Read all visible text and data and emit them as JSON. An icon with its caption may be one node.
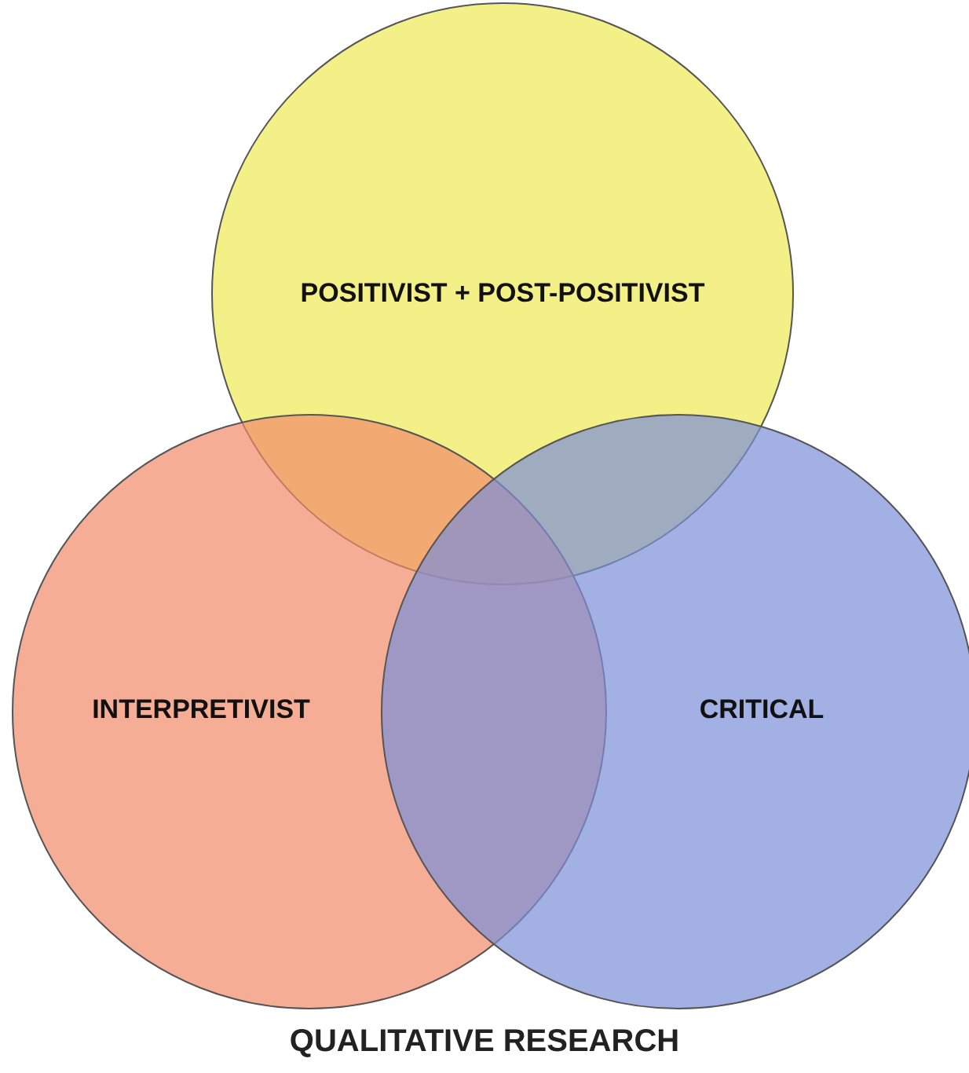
{
  "diagram": {
    "caption": "QUALITATIVE RESEARCH",
    "nodes": [
      {
        "text": [
          "POSITIVIST + POST-POSITIVIST"
        ]
      },
      {
        "text": [
          "INTERPRETIVIST"
        ]
      },
      {
        "text": [
          "CRITICAL"
        ]
      }
    ]
  }
}
